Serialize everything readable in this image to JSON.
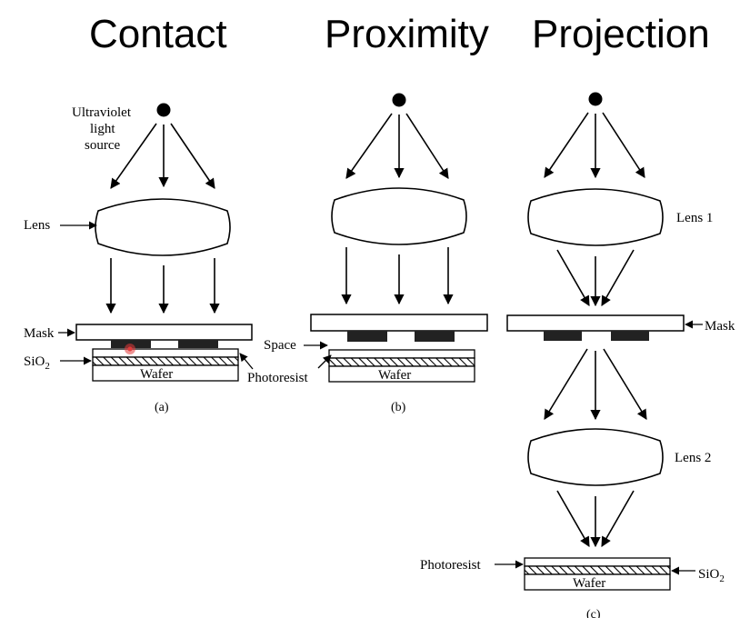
{
  "titles": {
    "contact": "Contact",
    "proximity": "Proximity",
    "projection": "Projection"
  },
  "labels": {
    "uv_line1": "Ultraviolet",
    "uv_line2": "light",
    "uv_line3": "source",
    "lens": "Lens",
    "mask": "Mask",
    "sio2": "SiO",
    "sio2_sub": "2",
    "wafer": "Wafer",
    "photoresist": "Photoresist",
    "space": "Space",
    "lens1": "Lens 1",
    "lens2": "Lens 2"
  },
  "captions": {
    "a": "(a)",
    "b": "(b)",
    "c": "(c)"
  },
  "colors": {
    "ink": "#000000",
    "pointer": "#e23a3a"
  }
}
